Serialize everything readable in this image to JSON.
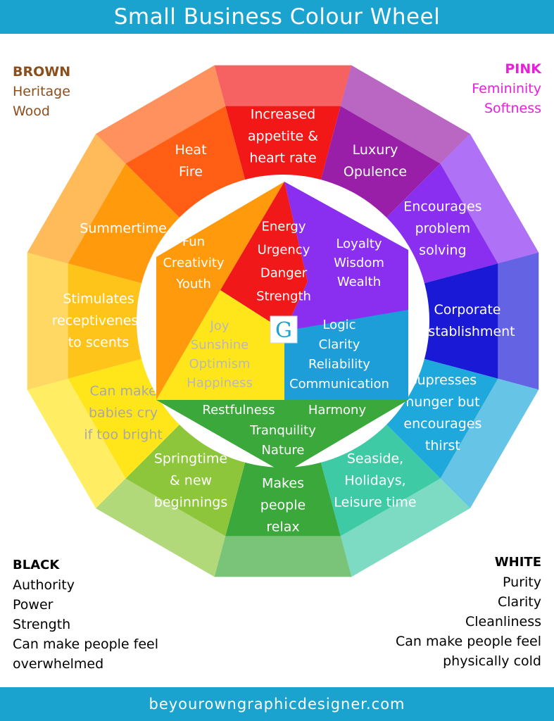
{
  "title": "Small Business Colour Wheel",
  "footer_url": "beyourowngraphicdesigner.com",
  "logo_letter": "G",
  "corners": {
    "brown": {
      "heading": "BROWN",
      "lines": [
        "Heritage",
        "Wood"
      ],
      "color": "#8a4f1c"
    },
    "pink": {
      "heading": "PINK",
      "lines": [
        "Femininity",
        "Softness"
      ],
      "color": "#ea1fd9"
    },
    "black": {
      "heading": "BLACK",
      "lines": [
        "Authority",
        "Power",
        "Strength",
        "Can make people feel",
        "overwhelmed"
      ],
      "color": "#000000"
    },
    "white": {
      "heading": "WHITE",
      "lines": [
        "Purity",
        "Clarity",
        "Cleanliness",
        "Can make people feel",
        "physically cold"
      ],
      "color": "#000000"
    }
  },
  "outer_segments": [
    {
      "color": "red",
      "hex": "#f21818",
      "lines": [
        "Increased",
        "appetite &",
        "heart rate"
      ]
    },
    {
      "color": "purple",
      "hex": "#9a1fa8",
      "lines": [
        "Luxury",
        "Opulence"
      ]
    },
    {
      "color": "violet",
      "hex": "#8a2ff0",
      "lines": [
        "Encourages",
        "problem",
        "solving"
      ]
    },
    {
      "color": "blue",
      "hex": "#1a1ad6",
      "lines": [
        "Corporate",
        "Establishment"
      ]
    },
    {
      "color": "light-blue",
      "hex": "#1ea8dc",
      "lines": [
        "Supresses",
        "hunger but",
        "encourages",
        "thirst"
      ]
    },
    {
      "color": "teal",
      "hex": "#3fcaa6",
      "lines": [
        "Seaside,",
        "Holidays,",
        "Leisure time"
      ]
    },
    {
      "color": "green",
      "hex": "#3aa83a",
      "lines": [
        "Makes",
        "people",
        "relax"
      ]
    },
    {
      "color": "yellow-green",
      "hex": "#8dc63a",
      "lines": [
        "Springtime",
        "& new",
        "beginnings"
      ]
    },
    {
      "color": "yellow",
      "hex": "#ffe61a",
      "lines": [
        "Can make",
        "babies cry",
        "if too bright"
      ],
      "text_color": "#a8a8a8"
    },
    {
      "color": "yellow-orange",
      "hex": "#ffc41a",
      "lines": [
        "Stimulates",
        "receptiveness",
        "to scents"
      ]
    },
    {
      "color": "orange",
      "hex": "#ff9a0d",
      "lines": [
        "Summertime"
      ]
    },
    {
      "color": "red-orange",
      "hex": "#ff5e14",
      "lines": [
        "Heat",
        "Fire"
      ]
    }
  ],
  "inner_regions": {
    "red": {
      "hex": "#f01818",
      "lines": [
        "Energy",
        "Urgency",
        "Danger",
        "Strength"
      ]
    },
    "purple": {
      "hex": "#8a2ff0",
      "lines": [
        "Loyalty",
        "Wisdom",
        "Wealth"
      ]
    },
    "blue": {
      "hex": "#1e9ed8",
      "lines": [
        "Logic",
        "Clarity",
        "Reliability",
        "Communication"
      ]
    },
    "green": {
      "hex": "#3aa83a",
      "lines": [
        "Restfulness",
        "Harmony",
        "Tranquility",
        "Nature"
      ]
    },
    "yellow": {
      "hex": "#ffe61a",
      "lines": [
        "Joy",
        "Sunshine",
        "Optimism",
        "Happiness"
      ],
      "text_color": "#b8b8b8"
    },
    "orange": {
      "hex": "#ff9a0d",
      "lines": [
        "Fun",
        "Creativity",
        "Youth"
      ]
    }
  }
}
